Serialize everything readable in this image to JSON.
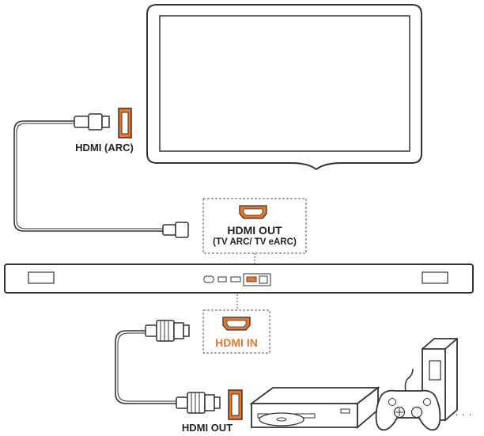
{
  "colors": {
    "accent": "#e8772e",
    "line": "#333333",
    "fill": "#ffffff"
  },
  "labels": {
    "tv_port": "HDMI (ARC)",
    "soundbar_out_title": "HDMI OUT",
    "soundbar_out_sub": "(TV ARC/ TV eARC)",
    "soundbar_in": "HDMI IN",
    "source_out": "HDMI OUT"
  },
  "icons": {
    "more": "ellipsis-icon"
  },
  "ellipsis": "· · ·"
}
